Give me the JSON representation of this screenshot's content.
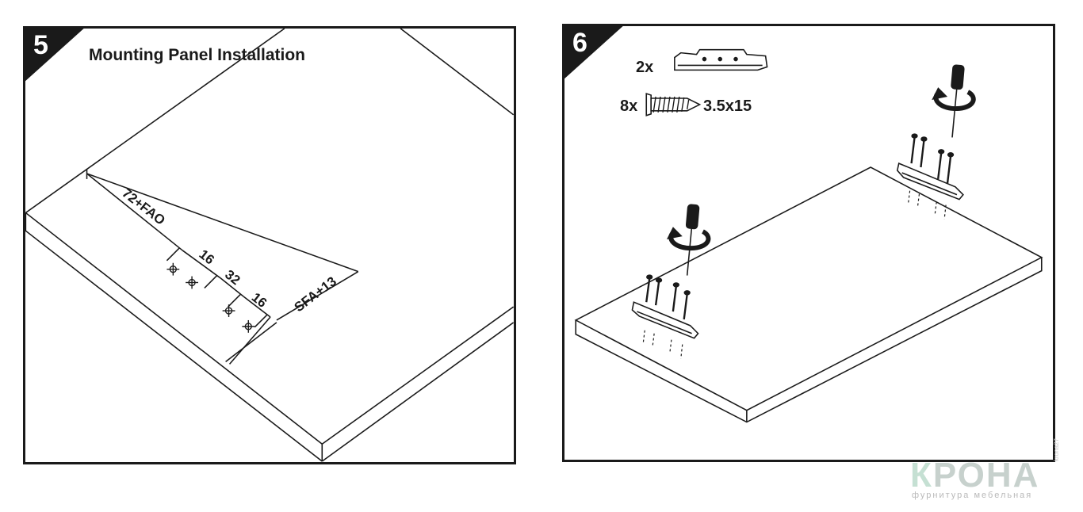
{
  "step5": {
    "number": "5",
    "title": "Mounting Panel Installation",
    "dimensions": {
      "d1": "72+FAO",
      "d2": "16",
      "d3": "32",
      "d4": "16",
      "d5": "SFA+13"
    }
  },
  "step6": {
    "number": "6",
    "parts": [
      {
        "qty": "2x",
        "icon": "mounting-plate-icon",
        "spec": ""
      },
      {
        "qty": "8x",
        "icon": "screw-icon",
        "spec": "3.5x15"
      }
    ]
  },
  "watermark": {
    "brand_first": "К",
    "brand_rest": "РОНА",
    "tagline": "фурнитура мебельная",
    "side_text": "krona27"
  }
}
